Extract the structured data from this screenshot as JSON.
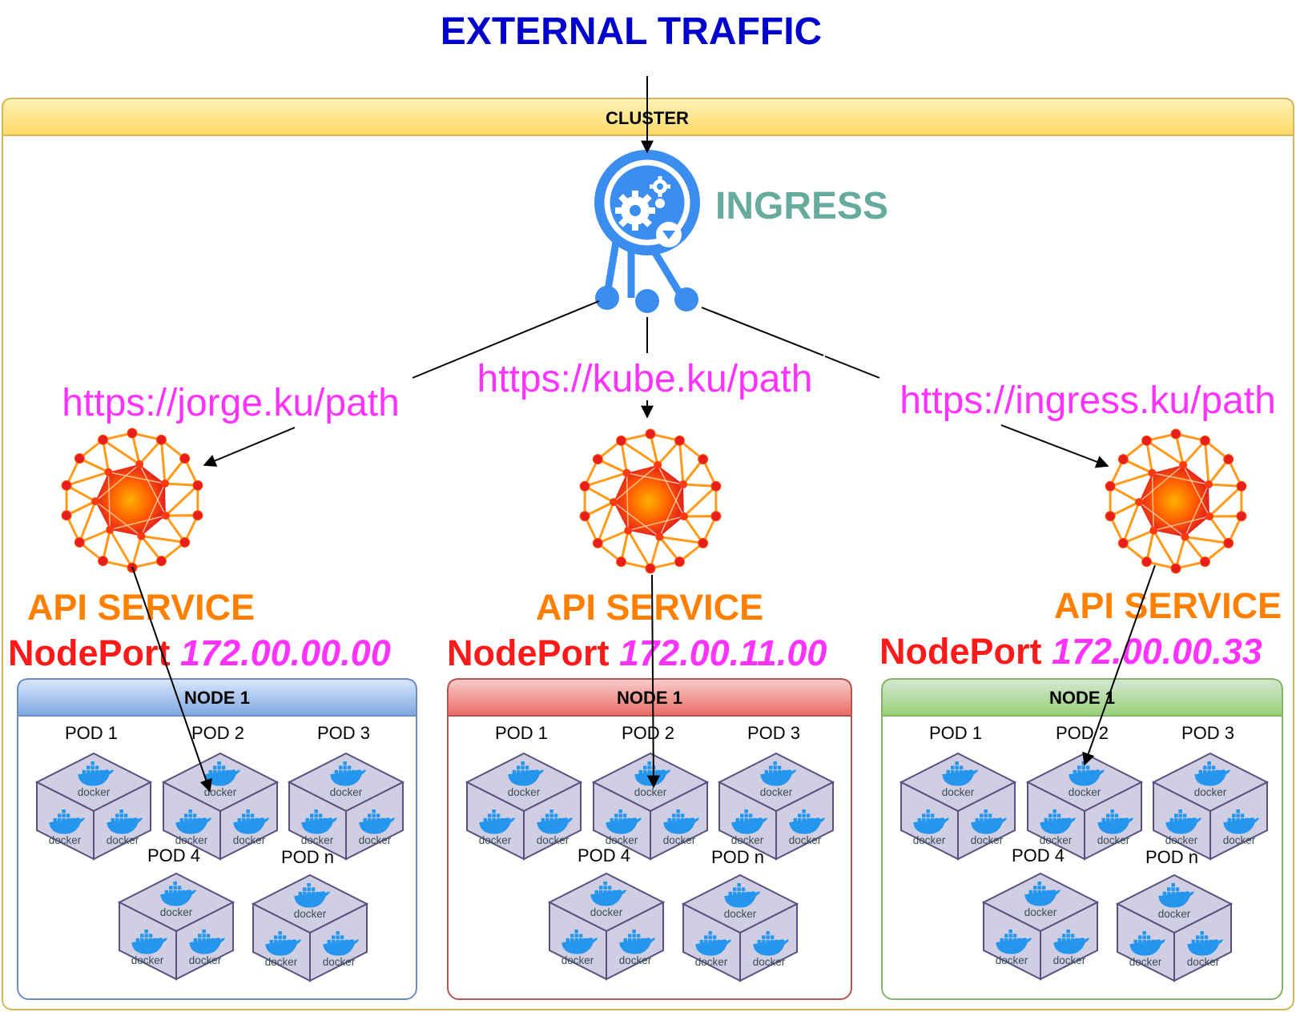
{
  "title": "EXTERNAL TRAFFIC",
  "cluster": {
    "label": "CLUSTER"
  },
  "ingress": {
    "label": "INGRESS",
    "color": "#3c8df0",
    "label_color": "#67ab9f"
  },
  "routes": [
    {
      "url": "https://jorge.ku/path",
      "service_label": "API SERVICE",
      "nodeport_label": "NodePort",
      "ip": "172.00.00.00",
      "node": {
        "label": "NODE 1",
        "theme": "blue",
        "pods": [
          "POD 1",
          "POD 2",
          "POD 3",
          "POD 4",
          "POD n"
        ]
      }
    },
    {
      "url": "https://kube.ku/path",
      "service_label": "API SERVICE",
      "nodeport_label": "NodePort",
      "ip": "172.00.11.00",
      "node": {
        "label": "NODE 1",
        "theme": "red",
        "pods": [
          "POD 1",
          "POD 2",
          "POD 3",
          "POD 4",
          "POD n"
        ]
      }
    },
    {
      "url": "https://ingress.ku/path",
      "service_label": "API SERVICE",
      "nodeport_label": "NodePort",
      "ip": "172.00.00.33",
      "node": {
        "label": "NODE 1",
        "theme": "green",
        "pods": [
          "POD 1",
          "POD 2",
          "POD 3",
          "POD 4",
          "POD n"
        ]
      }
    }
  ],
  "docker_label": "docker",
  "colors": {
    "title": "#0000cc",
    "url": "#ff33ff",
    "service": "#ff8000",
    "nodeport": "#ff1a1a",
    "cluster_border": "#d6b656",
    "cluster_header": "#ffe680",
    "node_blue": "#6c8ebf",
    "node_red": "#b85450",
    "node_green": "#82b366",
    "cube": "#d0cee2",
    "cube_stroke": "#56517e",
    "docker_blue": "#2496ed"
  }
}
